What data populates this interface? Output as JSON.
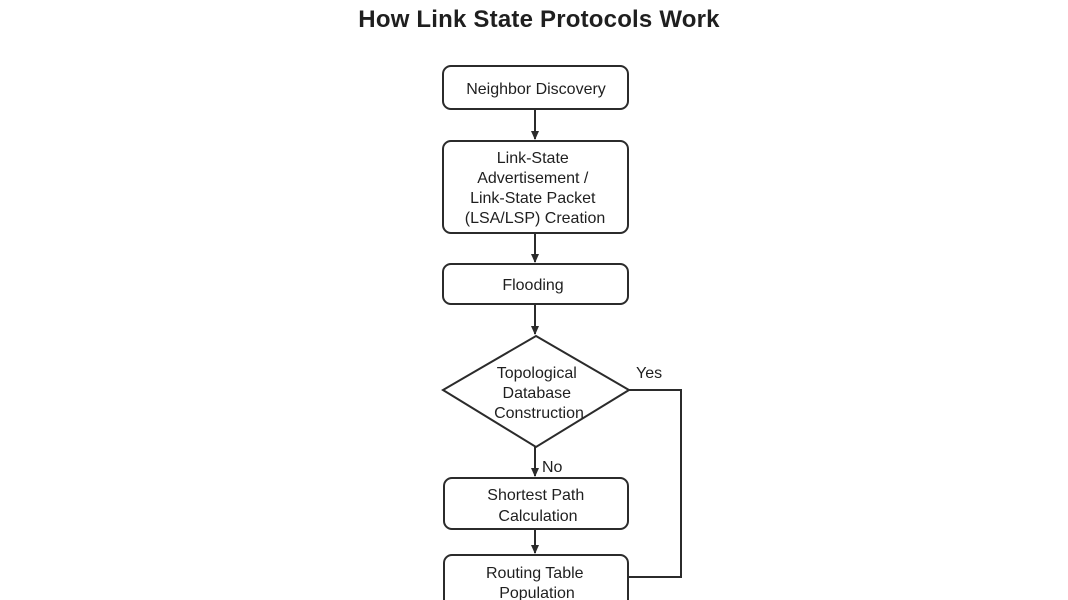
{
  "title": "How Link State Protocols Work",
  "nodes": {
    "neighbor_discovery": [
      "Neighbor Discovery"
    ],
    "lsa_creation": [
      "Link-State",
      "Advertisement /",
      "Link-State Packet",
      "(LSA/LSP) Creation"
    ],
    "flooding": [
      "Flooding"
    ],
    "topological_db": [
      "Topological",
      "Database",
      "Construction"
    ],
    "shortest_path": [
      "Shortest Path",
      "Calculation"
    ],
    "routing_table": [
      "Routing Table",
      "Population"
    ]
  },
  "edges": {
    "yes_label": "Yes",
    "no_label": "No"
  }
}
